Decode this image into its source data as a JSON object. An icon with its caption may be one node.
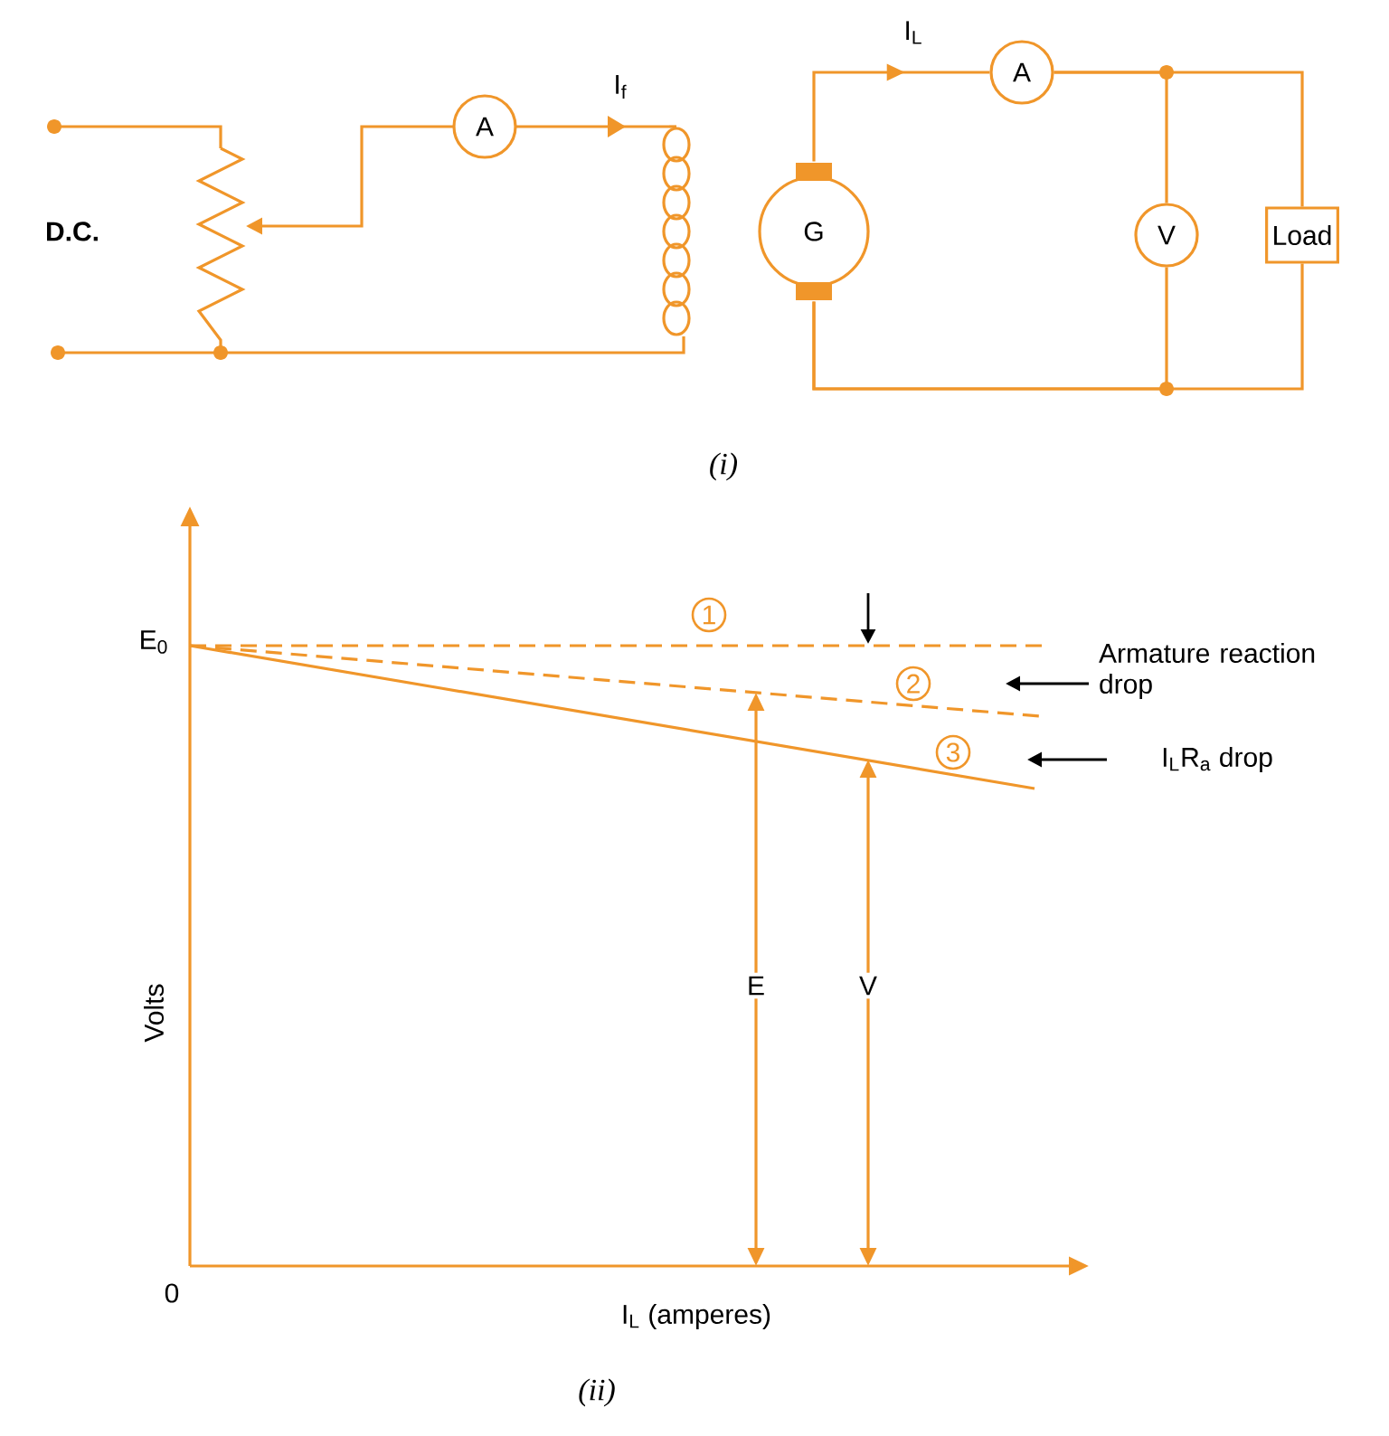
{
  "diagram": {
    "nodes": [
      {
        "text": [
          "A"
        ]
      },
      {
        "text": [
          "A"
        ]
      },
      {
        "text": [
          "G"
        ]
      },
      {
        "text": [
          "V"
        ]
      },
      {
        "text": [
          "Load"
        ]
      }
    ],
    "edges": [
      {
        "from": 2,
        "to": 1,
        "arrow": "to"
      },
      {
        "from": 1,
        "to": 3,
        "arrow": "none"
      },
      {
        "from": 1,
        "to": 4,
        "arrow": "none"
      },
      {
        "from": 2,
        "to": 3,
        "arrow": "none"
      },
      {
        "from": 2,
        "to": 4,
        "arrow": "none"
      }
    ],
    "labels": [
      "D.C.",
      "I$_{f}$",
      "I$_{L}$",
      "(i)",
      "E$_{0}$",
      "1",
      "Armature reaction drop",
      "2",
      "3",
      "I$_{L}$R$_{a}$ drop",
      "Volts",
      "E",
      "V",
      "0",
      "I$_{L}$ (amperes)",
      "(ii)"
    ]
  }
}
